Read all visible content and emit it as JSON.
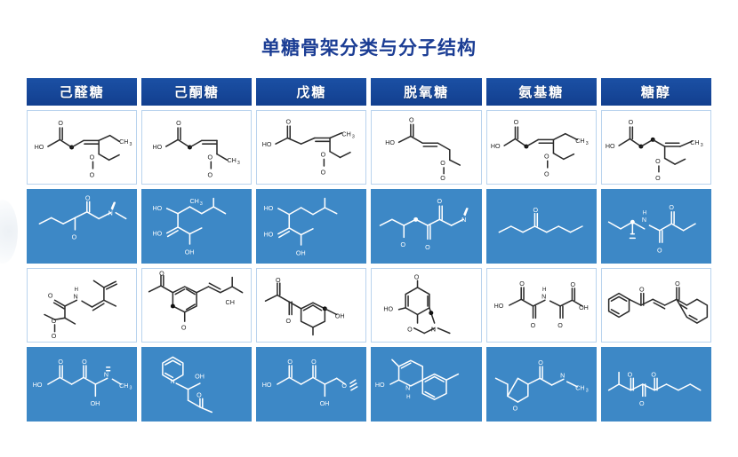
{
  "page": {
    "title": "单糖骨架分类与分子结构",
    "title_color": "#1b3d94",
    "background_color": "#ffffff"
  },
  "table": {
    "header_color": "#12479e",
    "blue_cell_color": "#3d88c6",
    "light_cell_color": "#ffffff",
    "light_cell_border_color": "#b9d3ee",
    "columns": [
      {
        "label": "己醛糖"
      },
      {
        "label": "己酮糖"
      },
      {
        "label": "戊糖"
      },
      {
        "label": "脱氧糖"
      },
      {
        "label": "氨基糖"
      },
      {
        "label": "糖醇"
      }
    ],
    "rows": [
      {
        "style": "light",
        "cells": [
          {
            "name": "structure-hexose-aldose-1",
            "labels": [
              "HO",
              "O",
              "CH3",
              "O",
              "O"
            ]
          },
          {
            "name": "structure-hexose-ketose-1",
            "labels": [
              "HO",
              "O",
              "CH3",
              "O",
              "O"
            ]
          },
          {
            "name": "structure-pentose-1",
            "labels": [
              "HO",
              "O",
              "CH3",
              "O",
              "O"
            ]
          },
          {
            "name": "structure-deoxy-1",
            "labels": [
              "HO",
              "O",
              "O",
              "O"
            ]
          },
          {
            "name": "structure-amino-1",
            "labels": [
              "HO",
              "O",
              "CH3",
              "O",
              "O"
            ]
          },
          {
            "name": "structure-sugar-alcohol-1",
            "labels": [
              "HO",
              "O",
              "CH3",
              "O",
              "O"
            ]
          }
        ]
      },
      {
        "style": "blue",
        "cells": [
          {
            "name": "structure-hexose-aldose-2",
            "labels": [
              "O",
              "N",
              "O"
            ]
          },
          {
            "name": "structure-hexose-ketose-2",
            "labels": [
              "HO",
              "CH3",
              "HO",
              "O",
              "OH"
            ]
          },
          {
            "name": "structure-pentose-2",
            "labels": [
              "HO",
              "HO",
              "OH"
            ]
          },
          {
            "name": "structure-deoxy-2",
            "labels": [
              "O",
              "O",
              "N",
              "O"
            ]
          },
          {
            "name": "structure-amino-2",
            "labels": [
              "O"
            ]
          },
          {
            "name": "structure-sugar-alcohol-2",
            "labels": [
              "N",
              "H",
              "O",
              "O"
            ]
          }
        ]
      },
      {
        "style": "light",
        "cells": [
          {
            "name": "structure-hexose-aldose-3",
            "labels": [
              "O",
              "N",
              "H",
              "O",
              "O"
            ]
          },
          {
            "name": "structure-hexose-ketose-3",
            "labels": [
              "O",
              "O",
              "CH"
            ]
          },
          {
            "name": "structure-pentose-3",
            "labels": [
              "O",
              "O",
              "OH"
            ]
          },
          {
            "name": "structure-deoxy-3",
            "labels": [
              "O",
              "HO",
              "O",
              "N"
            ]
          },
          {
            "name": "structure-amino-3",
            "labels": [
              "O",
              "O",
              "HO",
              "N",
              "H",
              "O",
              "O",
              "OH"
            ]
          },
          {
            "name": "structure-sugar-alcohol-3",
            "labels": [
              "O",
              "O"
            ]
          }
        ]
      },
      {
        "style": "blue",
        "cells": [
          {
            "name": "structure-hexose-aldose-4",
            "labels": [
              "HO",
              "O",
              "O",
              "N",
              "CH3",
              "OH"
            ]
          },
          {
            "name": "structure-hexose-ketose-4",
            "labels": [
              "N",
              "OH",
              "O"
            ]
          },
          {
            "name": "structure-pentose-4",
            "labels": [
              "HO",
              "O",
              "O",
              "O",
              "OH"
            ]
          },
          {
            "name": "structure-deoxy-4",
            "labels": [
              "HO",
              "N",
              "H"
            ]
          },
          {
            "name": "structure-amino-4",
            "labels": [
              "O",
              "N",
              "CH3",
              "O"
            ]
          },
          {
            "name": "structure-sugar-alcohol-4",
            "labels": [
              "O",
              "O",
              "O"
            ]
          }
        ]
      }
    ]
  }
}
